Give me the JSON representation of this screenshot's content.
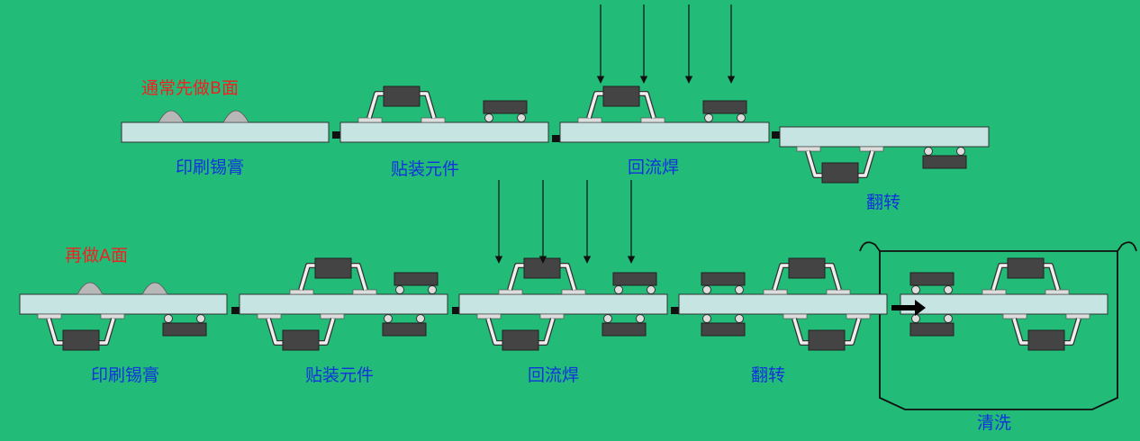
{
  "title_b": "通常先做B面",
  "title_a": "再做A面",
  "top_row": {
    "steps": [
      "印刷锡膏",
      "贴装元件",
      "回流焊",
      "翻转"
    ]
  },
  "bottom_row": {
    "steps": [
      "印刷锡膏",
      "贴装元件",
      "回流焊",
      "翻转",
      "清洗"
    ]
  },
  "colors": {
    "background": "#22bb77",
    "board": "#c6e4e2",
    "component": "#444444",
    "lead": "#dddddd",
    "note_text": "#ee2222",
    "step_text": "#1133dd"
  },
  "icons": {
    "heat_arrow": "down-arrow-icon",
    "transfer_arrow": "right-arrow-icon"
  }
}
